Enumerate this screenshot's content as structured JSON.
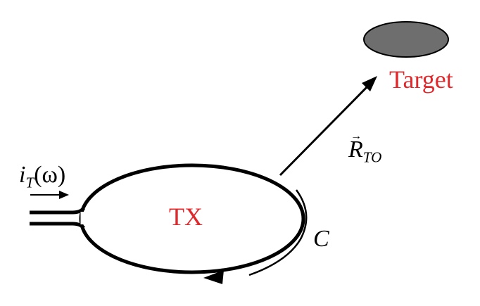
{
  "labels": {
    "tx": "TX",
    "target": "Target",
    "current_main": "i",
    "current_sub": "T",
    "current_arg": "(ω)",
    "vector_main": "R",
    "vector_sub": "TO",
    "contour": "C"
  },
  "colors": {
    "label_red": "#e0282c",
    "target_fill": "#6e6e6e",
    "stroke": "#000000"
  }
}
